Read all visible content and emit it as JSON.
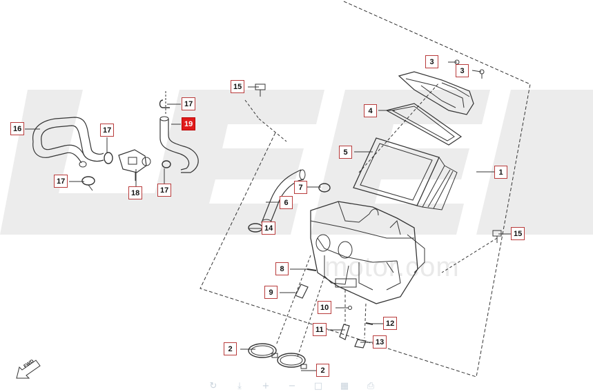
{
  "watermark": {
    "brand": "LEEB",
    "url": "www.leebmotor.com",
    "url_visible": "motor.com"
  },
  "callouts": [
    {
      "id": "c1",
      "label": "1"
    },
    {
      "id": "c2a",
      "label": "2"
    },
    {
      "id": "c2b",
      "label": "2"
    },
    {
      "id": "c3a",
      "label": "3"
    },
    {
      "id": "c3b",
      "label": "3"
    },
    {
      "id": "c4",
      "label": "4"
    },
    {
      "id": "c5",
      "label": "5"
    },
    {
      "id": "c6",
      "label": "6"
    },
    {
      "id": "c7",
      "label": "7"
    },
    {
      "id": "c8",
      "label": "8"
    },
    {
      "id": "c9",
      "label": "9"
    },
    {
      "id": "c10",
      "label": "10"
    },
    {
      "id": "c11",
      "label": "11"
    },
    {
      "id": "c12",
      "label": "12"
    },
    {
      "id": "c13",
      "label": "13"
    },
    {
      "id": "c14",
      "label": "14"
    },
    {
      "id": "c15a",
      "label": "15"
    },
    {
      "id": "c15b",
      "label": "15"
    },
    {
      "id": "c16",
      "label": "16"
    },
    {
      "id": "c17a",
      "label": "17"
    },
    {
      "id": "c17b",
      "label": "17"
    },
    {
      "id": "c17c",
      "label": "17"
    },
    {
      "id": "c17d",
      "label": "17"
    },
    {
      "id": "c18",
      "label": "18"
    },
    {
      "id": "c19",
      "label": "19",
      "highlight": true
    }
  ],
  "fwd_label": "FWD",
  "toolbar": [
    {
      "icon": "rotate-icon",
      "glyph": "↻"
    },
    {
      "icon": "download-icon",
      "glyph": "⤓"
    },
    {
      "icon": "zoom-in-icon",
      "glyph": "+"
    },
    {
      "icon": "zoom-out-icon",
      "glyph": "−"
    },
    {
      "icon": "fit-page-icon",
      "glyph": "□"
    },
    {
      "icon": "qr-code-icon",
      "glyph": "▦"
    },
    {
      "icon": "print-icon",
      "glyph": "⎙"
    }
  ],
  "colors": {
    "callout_border": "#b83a3a",
    "highlight": "#e01b1b",
    "line": "#333333",
    "watermark": "#ececec"
  }
}
